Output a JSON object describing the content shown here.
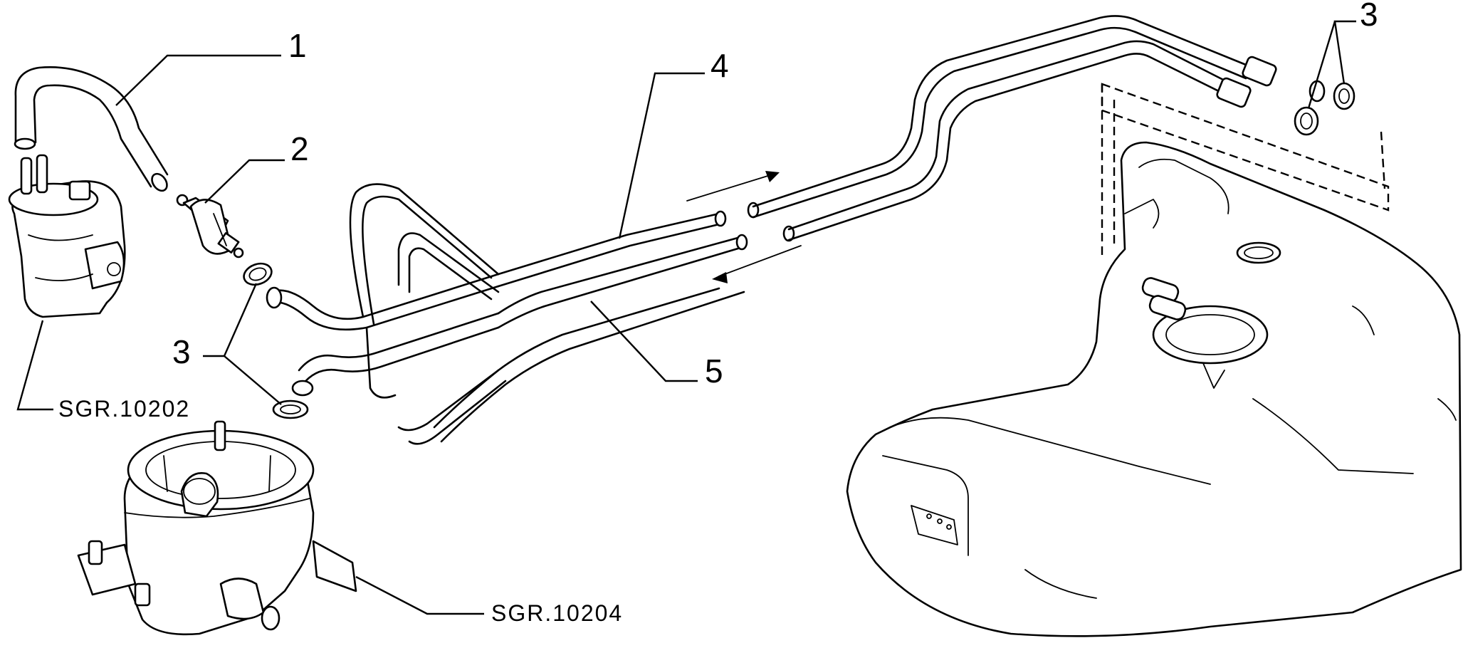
{
  "callouts": {
    "c1": "1",
    "c2": "2",
    "c3_left": "3",
    "c3_right": "3",
    "c4": "4",
    "c5": "5"
  },
  "references": {
    "fuel_pump": "SGR.10202",
    "carburettor": "SGR.10204"
  },
  "colors": {
    "line": "#000000",
    "background": "#ffffff"
  }
}
